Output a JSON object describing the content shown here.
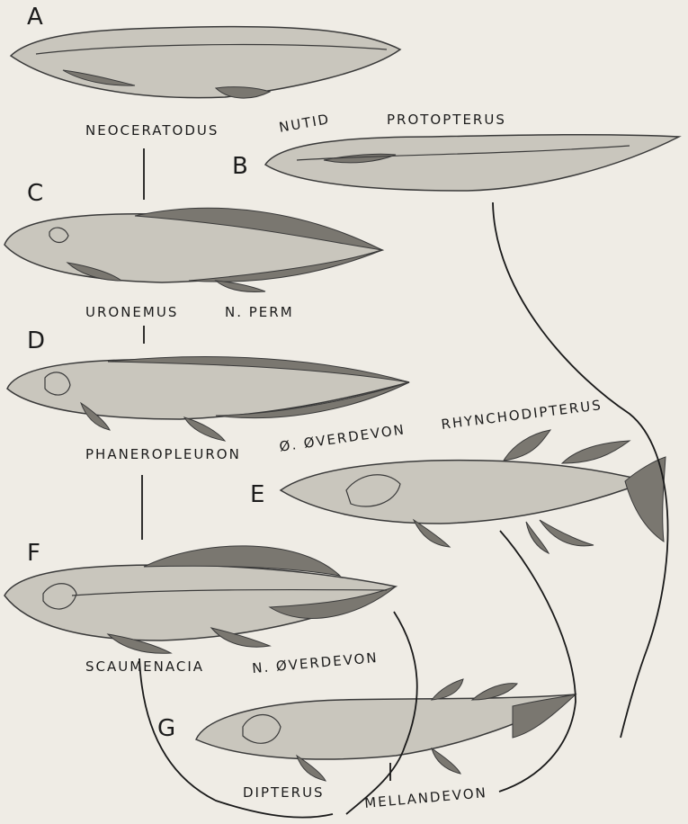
{
  "labels": {
    "a": "A",
    "b": "B",
    "c": "C",
    "d": "D",
    "e": "E",
    "f": "F",
    "g": "G"
  },
  "names": {
    "neoceratodus": "NEOCERATODUS",
    "nutid": "NUTID",
    "protopterus": "PROTOPTERUS",
    "uronemus": "URONEMUS",
    "n_perm": "N. PERM",
    "phaneropleuron": "PHANEROPLEURON",
    "o_overdevon": "Ø. ØVERDEVON",
    "rhynchodipterus": "RHYNCHODIPTERUS",
    "scaumenacia": "SCAUMENACIA",
    "n_overdevon": "N. ØVERDEVON",
    "dipterus": "DIPTERUS",
    "mellandevon": "MELLANDEVON"
  }
}
